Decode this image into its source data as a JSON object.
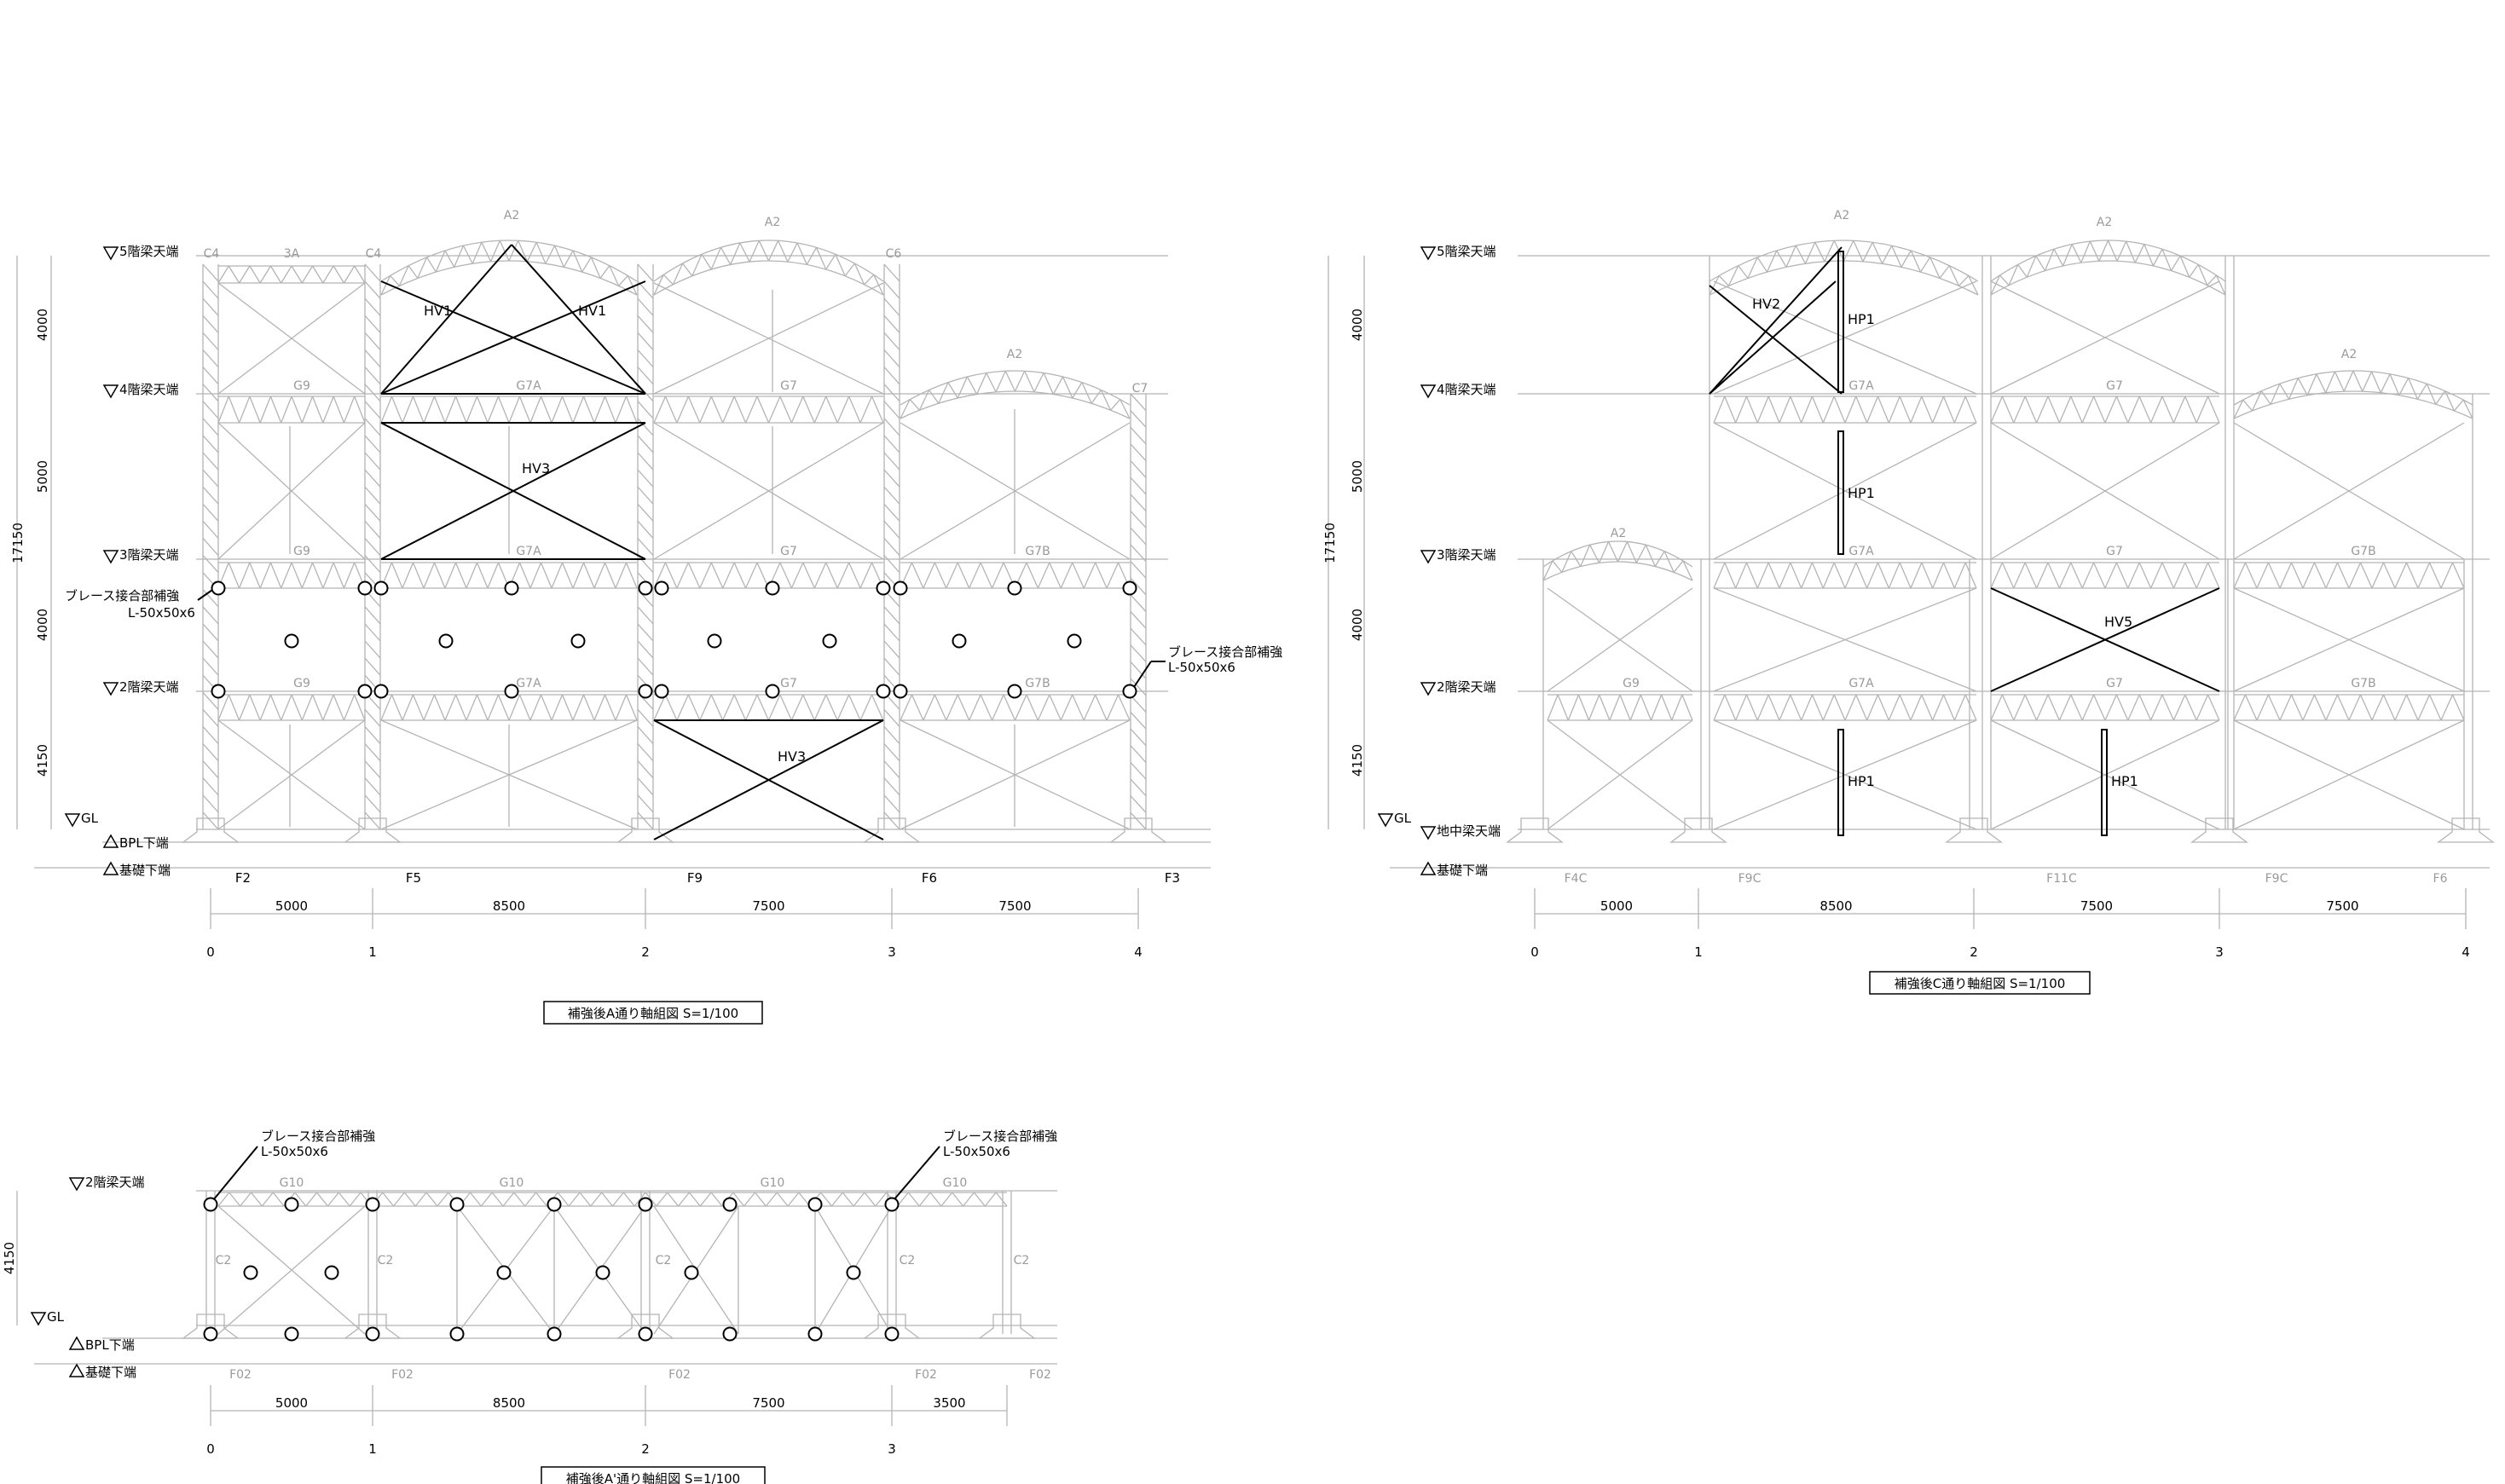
{
  "colors": {
    "ink": "#000000",
    "light": "#b4b4b4",
    "label_gray": "#9a9a9a"
  },
  "frame_a": {
    "title": "補強後A通り軸組図 S=1/100",
    "levels": [
      "5階梁天端",
      "4階梁天端",
      "3階梁天端",
      "2階梁天端",
      "GL",
      "BPL下端",
      "基礎下端"
    ],
    "heights": [
      "4000",
      "5000",
      "4000",
      "4150"
    ],
    "total_height": "17150",
    "spans": [
      "5000",
      "8500",
      "7500",
      "7500"
    ],
    "axes": [
      "0",
      "1",
      "2",
      "3",
      "4"
    ],
    "footings": [
      "F2",
      "F5",
      "F9",
      "F6",
      "F3"
    ],
    "columns": [
      "C4",
      "C4",
      "C6",
      "C7"
    ],
    "arches": [
      "A2",
      "A2",
      "A2"
    ],
    "beams": [
      "3A",
      "G9",
      "G7A",
      "G7",
      "G9",
      "G7A",
      "G7",
      "G7B",
      "G9",
      "G7A",
      "G7",
      "G7B"
    ],
    "braces": [
      "HV1",
      "HV1",
      "HV3",
      "HV3"
    ],
    "callout_left": {
      "line1": "ブレース接合部補強",
      "line2": "L-50x50x6"
    },
    "callout_right": {
      "line1": "ブレース接合部補強",
      "line2": "L-50x50x6"
    }
  },
  "frame_c": {
    "title": "補強後C通り軸組図 S=1/100",
    "levels": [
      "5階梁天端",
      "4階梁天端",
      "3階梁天端",
      "2階梁天端",
      "GL",
      "地中梁天端",
      "基礎下端"
    ],
    "heights": [
      "4000",
      "5000",
      "4000",
      "4150"
    ],
    "total_height": "17150",
    "spans": [
      "5000",
      "8500",
      "7500",
      "7500"
    ],
    "axes": [
      "0",
      "1",
      "2",
      "3",
      "4"
    ],
    "footings": [
      "F4C",
      "F9C",
      "F11C",
      "F9C",
      "F6"
    ],
    "arches": [
      "A2",
      "A2",
      "A2",
      "A2"
    ],
    "beams": [
      "G7A",
      "G7",
      "G7A",
      "G7",
      "G7B",
      "G9",
      "G7A",
      "G7",
      "G7B"
    ],
    "braces": [
      "HV2",
      "HV5"
    ],
    "posts": [
      "HP1",
      "HP1",
      "HP1",
      "HP1"
    ]
  },
  "frame_ap": {
    "title": "補強後A'通り軸組図 S=1/100",
    "levels": [
      "2階梁天端",
      "GL",
      "BPL下端",
      "基礎下端"
    ],
    "height": "4150",
    "spans": [
      "5000",
      "8500",
      "7500",
      "3500"
    ],
    "axes": [
      "0",
      "1",
      "2",
      "3"
    ],
    "footings": [
      "F02",
      "F02",
      "F02",
      "F02",
      "F02"
    ],
    "beams": [
      "G10",
      "G10",
      "G10",
      "G10"
    ],
    "columns": [
      "C2",
      "C2",
      "C2",
      "C2",
      "C2"
    ],
    "callout_left": {
      "line1": "ブレース接合部補強",
      "line2": "L-50x50x6"
    },
    "callout_right": {
      "line1": "ブレース接合部補強",
      "line2": "L-50x50x6"
    }
  }
}
